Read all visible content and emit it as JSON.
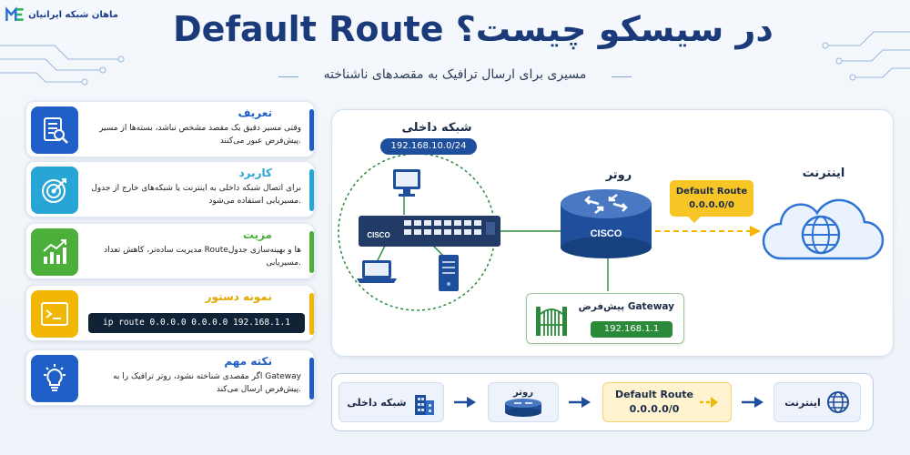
{
  "brand": {
    "name": "ماهان شبکه ایرانیان"
  },
  "header": {
    "title": "Default Route در سیسکو چیست؟",
    "subtitle": "مسیری برای ارسال ترافیک به مقصدهای ناشناخته"
  },
  "cards": [
    {
      "title": "تعریف",
      "text": "وقتی مسیر دقیق یک مقصد مشخص نباشد، بسته‌ها از مسیر پیش‌فرض عبور می‌کنند.",
      "icon": "document-search-icon",
      "color": "#1f5fc7"
    },
    {
      "title": "کاربرد",
      "text": "برای اتصال شبکه داخلی به اینترنت یا شبکه‌های خارج از جدول مسیریابی استفاده می‌شود.",
      "icon": "target-icon",
      "color": "#27a6d6"
    },
    {
      "title": "مزیت",
      "text": "مدیریت ساده‌تر، کاهش تعداد Routeها و بهینه‌سازی جدول مسیریابی.",
      "icon": "growth-chart-icon",
      "color": "#4caf3a"
    },
    {
      "title": "نمونه دستور",
      "command": "ip route 0.0.0.0 0.0.0.0 192.168.1.1",
      "icon": "terminal-icon",
      "color": "#f2b705"
    },
    {
      "title": "نکته مهم",
      "text": "اگر مقصدی شناخته نشود، روتر ترافیک را به Gateway پیش‌فرض ارسال می‌کند.",
      "icon": "lightbulb-icon",
      "color": "#1f5fc7"
    }
  ],
  "diagram": {
    "internal_network": "شبکه داخلی",
    "internal_subnet": "192.168.10.0/24",
    "switch_brand": "CISCO",
    "router": "روتر",
    "router_brand": "CISCO",
    "internet": "اینترنت",
    "default_route_label": "Default Route",
    "default_route_value": "0.0.0.0/0",
    "gateway_label": "پیش‌فرض Gateway",
    "gateway_ip": "192.168.1.1"
  },
  "flow": {
    "step1": "شبکه داخلی",
    "step2": "روتر",
    "step3_label": "Default Route",
    "step3_value": "0.0.0.0/0",
    "step4": "اینترنت"
  },
  "colors": {
    "navy": "#1b3a7a",
    "blue": "#1f4e9c",
    "yellow": "#f7c526",
    "green": "#2a8a3a",
    "cyan": "#27a6d6"
  }
}
